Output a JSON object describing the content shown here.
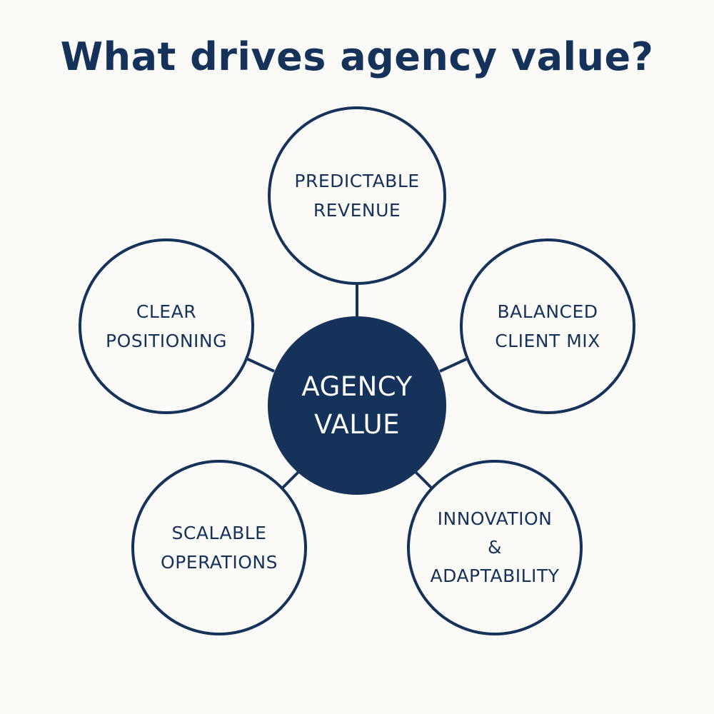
{
  "title": "What drives agency value?",
  "colors": {
    "background": "#fcfaf7",
    "navy": "#15325a",
    "center_text": "#ffffff"
  },
  "center": {
    "lines": [
      "AGENCY",
      "VALUE"
    ]
  },
  "nodes": [
    {
      "id": "top",
      "lines": [
        "PREDICTABLE",
        "REVENUE"
      ]
    },
    {
      "id": "left",
      "lines": [
        "CLEAR",
        "POSITIONING"
      ]
    },
    {
      "id": "right",
      "lines": [
        "BALANCED",
        "CLIENT MIX"
      ]
    },
    {
      "id": "bottom-left",
      "lines": [
        "SCALABLE",
        "OPERATIONS"
      ]
    },
    {
      "id": "bottom-right",
      "lines": [
        "INNOVATION",
        "&",
        "ADAPTABILITY"
      ]
    }
  ]
}
